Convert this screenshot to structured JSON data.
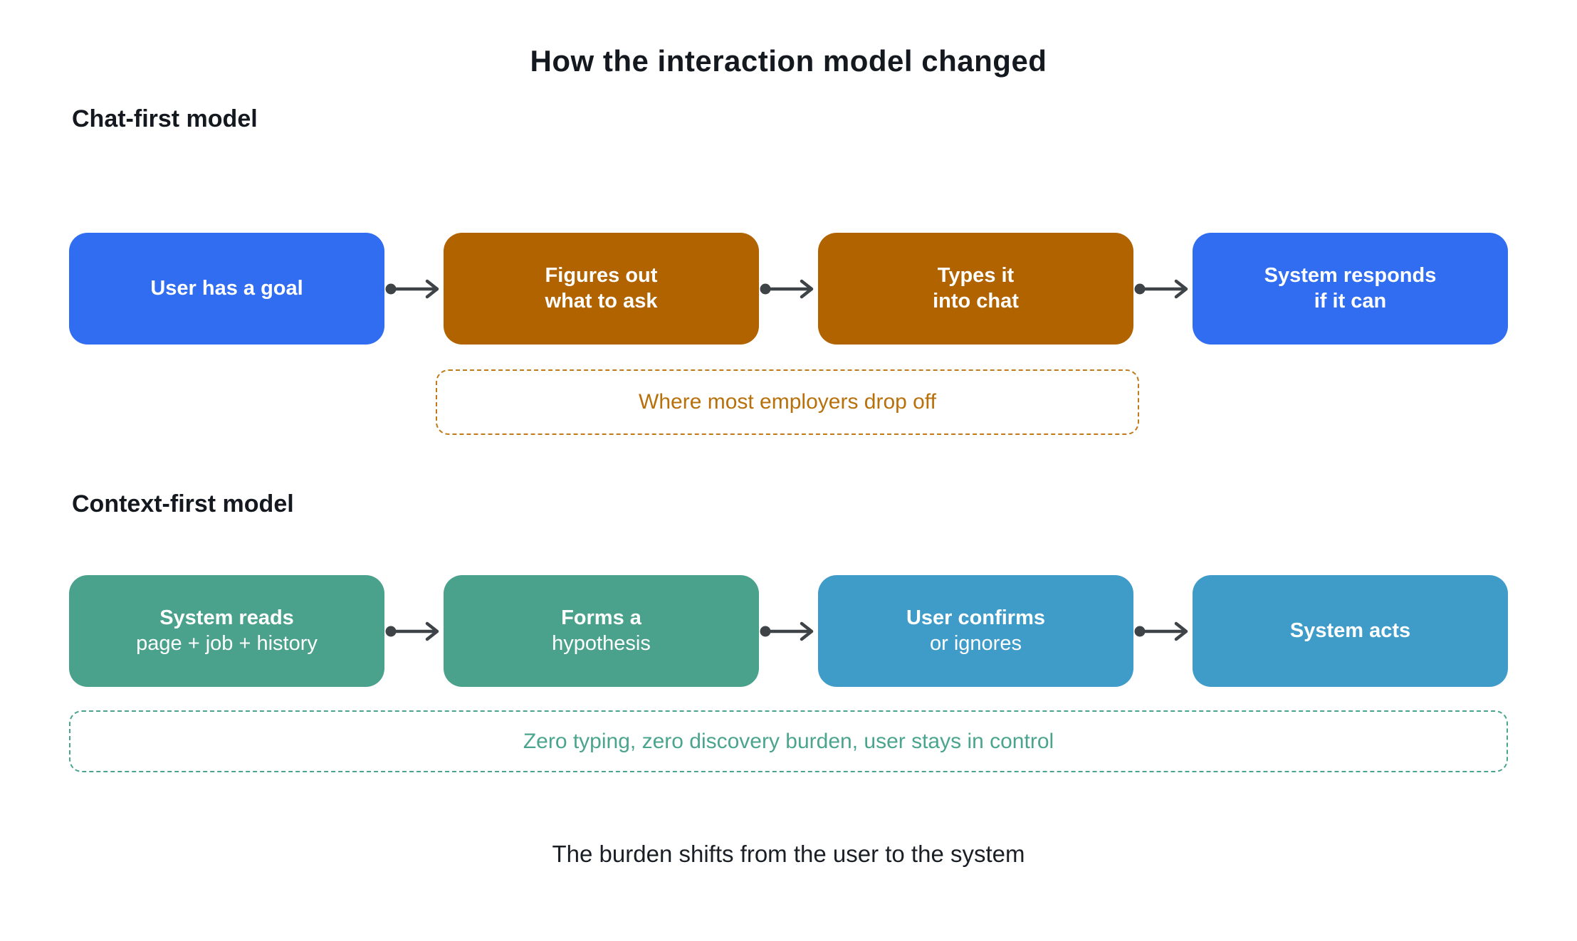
{
  "title": "How the interaction model changed",
  "caption": "The burden shifts from the user to the system",
  "colors": {
    "box_blue": "#316df1",
    "box_brown": "#b16300",
    "box_teal": "#4ba28c",
    "box_light_blue": "#3f9cc9",
    "arrow": "#3e4347",
    "callout_orange_text": "#b8700a",
    "callout_teal_text": "#4ba58e",
    "heading_text": "#14181f",
    "box_text": "#ffffff"
  },
  "chat_first": {
    "heading": "Chat-first model",
    "boxes": [
      {
        "line1": "User has a goal",
        "line2": ""
      },
      {
        "line1": "Figures out",
        "line2": "what to ask"
      },
      {
        "line1": "Types it",
        "line2": "into chat"
      },
      {
        "line1": "System responds",
        "line2": "if it can"
      }
    ],
    "callout": "Where most employers drop off"
  },
  "context_first": {
    "heading": "Context-first model",
    "boxes": [
      {
        "line1": "System reads",
        "line2": "page + job + history"
      },
      {
        "line1": "Forms a",
        "line2": "hypothesis"
      },
      {
        "line1": "User confirms",
        "line2": "or ignores"
      },
      {
        "line1": "System acts",
        "line2": ""
      }
    ],
    "callout": "Zero typing, zero discovery burden, user stays in control"
  }
}
